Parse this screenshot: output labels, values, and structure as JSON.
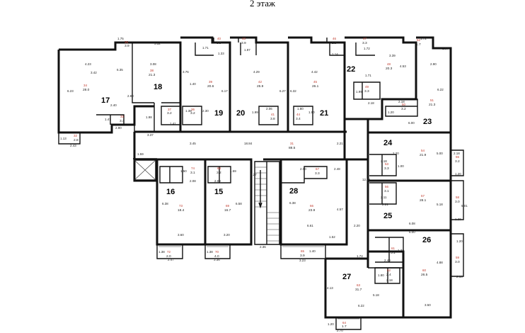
{
  "title": "2 этаж",
  "apartments": [
    {
      "number": "17",
      "rooms": [
        {
          "num": "34",
          "area": "28.0",
          "dims": [
            "4.23",
            "6.23",
            "3.42"
          ]
        },
        {
          "num": "33",
          "area": "3.4",
          "dims": [
            "2.40",
            "2.90",
            "1.47"
          ]
        },
        {
          "num": "32",
          "area": "2.8",
          "dims": [
            "1.13",
            "2.43"
          ]
        }
      ]
    },
    {
      "number": "18",
      "rooms": [
        {
          "num": "38",
          "area": "21.3",
          "dims": [
            "3.08",
            "6.35",
            "2.83",
            "5.52"
          ]
        },
        {
          "num": "37",
          "area": "3.2",
          "dims": [
            "1.98",
            "1.41"
          ]
        },
        {
          "num": "35",
          "area": "3.9",
          "dims": [
            "1.75"
          ]
        }
      ]
    },
    {
      "number": "19",
      "rooms": [
        {
          "num": "39",
          "area": "20.6",
          "dims": [
            "3.76",
            "6.17",
            "1.40"
          ]
        },
        {
          "num": "36",
          "area": "3.2",
          "dims": [
            "2.30",
            "1.38"
          ]
        },
        {
          "num": "40",
          "area": "3.9",
          "dims": [
            "1.71",
            "1.33"
          ]
        }
      ]
    },
    {
      "number": "20",
      "rooms": [
        {
          "num": "42",
          "area": "25.9",
          "dims": [
            "4.29",
            "6.27"
          ]
        },
        {
          "num": "41",
          "area": "3.8",
          "dims": [
            "1.99",
            "2.06"
          ]
        },
        {
          "num": "43",
          "area": "3.9",
          "dims": [
            "1.97"
          ]
        }
      ]
    },
    {
      "number": "21",
      "rooms": [
        {
          "num": "45",
          "area": "26.1",
          "dims": [
            "4.42",
            "6.32"
          ]
        },
        {
          "num": "44",
          "area": "3.4",
          "dims": [
            "1.80",
            "1.90"
          ]
        },
        {
          "num": "46",
          "area": "2.9",
          "dims": [
            "1.14"
          ]
        }
      ]
    },
    {
      "number": "22",
      "rooms": [
        {
          "num": "48",
          "area": "20.3",
          "dims": [
            "3.39",
            "4.53",
            "1.71"
          ]
        },
        {
          "num": "49",
          "area": "3.3",
          "dims": [
            "1.99",
            "2.18"
          ]
        },
        {
          "num": "47",
          "area": "3.3",
          "dims": [
            "1.72"
          ]
        }
      ]
    },
    {
      "number": "23",
      "rooms": [
        {
          "num": "51",
          "area": "21.3",
          "dims": [
            "2.90",
            "6.22",
            "6.00"
          ]
        },
        {
          "num": "50",
          "area": "3.2",
          "dims": [
            "2.18",
            "1.20"
          ]
        },
        {
          "num": "52",
          "area": "1.7",
          "dims": [
            "1.72",
            "1.67"
          ]
        }
      ]
    },
    {
      "number": "24",
      "rooms": [
        {
          "num": "54",
          "area": "21.9",
          "dims": [
            "2.20",
            "5.00"
          ]
        },
        {
          "num": "53",
          "area": "3.3",
          "dims": [
            "2.18",
            "1.00"
          ]
        },
        {
          "num": "55",
          "area": "3.2",
          "dims": [
            "2.18",
            "1.20"
          ]
        }
      ]
    },
    {
      "number": "25",
      "rooms": [
        {
          "num": "57",
          "area": "28.1",
          "dims": [
            "5.18",
            "6.08"
          ]
        },
        {
          "num": "56",
          "area": "3.1",
          "dims": [
            "2.11",
            "2.21"
          ]
        },
        {
          "num": "58",
          "area": "3.0",
          "dims": [
            "5.01",
            "1.20"
          ]
        }
      ]
    },
    {
      "number": "26",
      "rooms": [
        {
          "num": "60",
          "area": "26.5",
          "dims": [
            "6.00",
            "4.88",
            "3.50"
          ]
        },
        {
          "num": "61",
          "area": "3.1",
          "dims": [
            "2.40",
            "1.71"
          ]
        },
        {
          "num": "59",
          "area": "3.0",
          "dims": [
            "1.20",
            "2.18"
          ]
        }
      ]
    },
    {
      "number": "27",
      "rooms": [
        {
          "num": "63",
          "area": "31.7",
          "dims": [
            "5.18",
            "6.22",
            "4.13"
          ]
        },
        {
          "num": "62",
          "area": "2.4",
          "dims": [
            "1.80",
            "2.18"
          ]
        },
        {
          "num": "64",
          "area": "1.7",
          "dims": [
            "2.70",
            "1.20"
          ]
        }
      ]
    },
    {
      "number": "28",
      "rooms": [
        {
          "num": "66",
          "area": "23.9",
          "dims": [
            "6.38",
            "6.61",
            "4.57",
            "1.52"
          ]
        },
        {
          "num": "67",
          "area": "3.3",
          "dims": [
            "2.00",
            "2.48"
          ]
        },
        {
          "num": "65",
          "area": "3.9",
          "dims": [
            "3.23",
            "1.40"
          ]
        }
      ]
    },
    {
      "number": "15",
      "rooms": [
        {
          "num": "69",
          "area": "16.7",
          "dims": [
            "3.20",
            "6.58"
          ]
        },
        {
          "num": "68",
          "area": "3.2",
          "dims": [
            "2.00",
            "1.59"
          ]
        },
        {
          "num": "70",
          "area": "4.0",
          "dims": [
            "3.36",
            "1.38"
          ]
        }
      ]
    },
    {
      "number": "16",
      "rooms": [
        {
          "num": "73",
          "area": "18.4",
          "dims": [
            "3.60",
            "6.38"
          ]
        },
        {
          "num": "74",
          "area": "3.1",
          "dims": [
            "2.08",
            "1.50"
          ]
        },
        {
          "num": "72",
          "area": "2.0",
          "dims": [
            "2.47",
            "1.38"
          ]
        }
      ]
    }
  ],
  "corridor": {
    "num": "31",
    "area": "88.5",
    "dims": [
      "18.84",
      "3.45",
      "2.21",
      "3.37",
      "1.59",
      "2.27",
      "2.36",
      "1.74",
      "2.20",
      "12.78"
    ]
  }
}
